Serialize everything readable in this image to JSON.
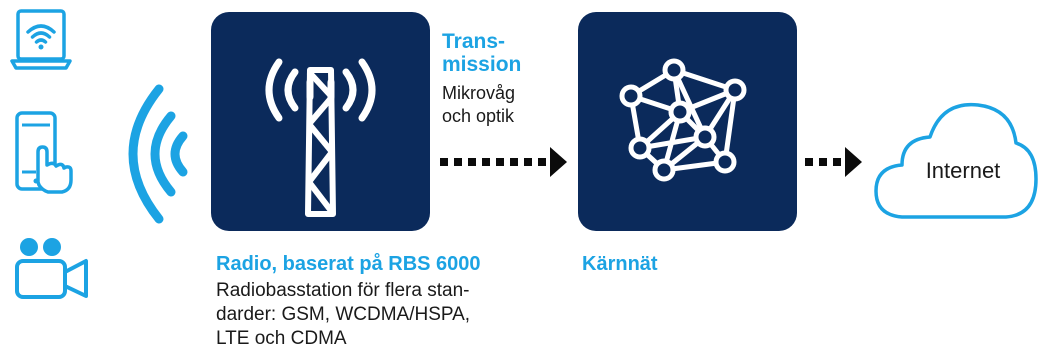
{
  "colors": {
    "accent": "#1ca3e3",
    "box": "#0b2a5b",
    "text": "#1a1a1a"
  },
  "devices": {
    "laptop_icon": "laptop-wifi-icon",
    "tablet_icon": "tablet-touch-icon",
    "camera_icon": "video-camera-icon"
  },
  "radio": {
    "title": "Radio, baserat på RBS 6000",
    "desc_lines": [
      "Radiobasstation för flera stan-",
      "darder: GSM, WCDMA/HSPA,",
      "LTE och CDMA"
    ]
  },
  "transmission": {
    "title_line1": "Trans-",
    "title_line2": "mission",
    "desc_line1": "Mikrovåg",
    "desc_line2": "och optik"
  },
  "core": {
    "title": "Kärnnät"
  },
  "internet": {
    "label": "Internet"
  }
}
